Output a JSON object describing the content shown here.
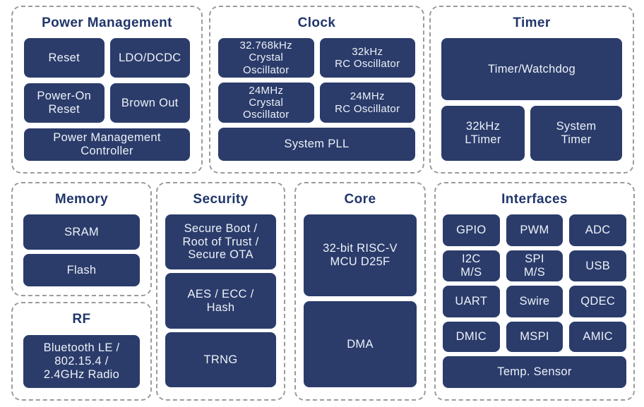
{
  "colors": {
    "background": "#ffffff",
    "group_border": "#9b9b9b",
    "title_text": "#20356a",
    "block_fill": "#2b3c6b",
    "block_text": "#edf1f7"
  },
  "groups": {
    "power": {
      "title": "Power Management",
      "blocks": {
        "reset": "Reset",
        "ldo_dcdc": "LDO/DCDC",
        "power_on_reset": "Power-On\nReset",
        "brown_out": "Brown Out",
        "pm_controller": "Power Management\nController"
      }
    },
    "clock": {
      "title": "Clock",
      "blocks": {
        "xtal_32768": "32.768kHz\nCrystal\nOscillator",
        "rc_32k": "32kHz\nRC Oscillator",
        "xtal_24m": "24MHz\nCrystal\nOscillator",
        "rc_24m": "24MHz\nRC Oscillator",
        "system_pll": "System PLL"
      }
    },
    "timer": {
      "title": "Timer",
      "blocks": {
        "timer_watchdog": "Timer/Watchdog",
        "ltimer_32k": "32kHz\nLTimer",
        "system_timer": "System\nTimer"
      }
    },
    "memory": {
      "title": "Memory",
      "blocks": {
        "sram": "SRAM",
        "flash": "Flash"
      }
    },
    "rf": {
      "title": "RF",
      "blocks": {
        "radio": "Bluetooth LE /\n802.15.4 /\n2.4GHz Radio"
      }
    },
    "security": {
      "title": "Security",
      "blocks": {
        "secure_boot": "Secure Boot /\nRoot of Trust /\nSecure OTA",
        "aes_ecc_hash": "AES / ECC /\nHash",
        "trng": "TRNG"
      }
    },
    "core": {
      "title": "Core",
      "blocks": {
        "cpu": "32-bit RISC-V\nMCU D25F",
        "dma": "DMA"
      }
    },
    "interfaces": {
      "title": "Interfaces",
      "blocks": {
        "gpio": "GPIO",
        "pwm": "PWM",
        "adc": "ADC",
        "i2c_ms": "I2C\nM/S",
        "spi_ms": "SPI\nM/S",
        "usb": "USB",
        "uart": "UART",
        "swire": "Swire",
        "qdec": "QDEC",
        "dmic": "DMIC",
        "mspi": "MSPI",
        "amic": "AMIC",
        "temp_sensor": "Temp. Sensor"
      }
    }
  }
}
